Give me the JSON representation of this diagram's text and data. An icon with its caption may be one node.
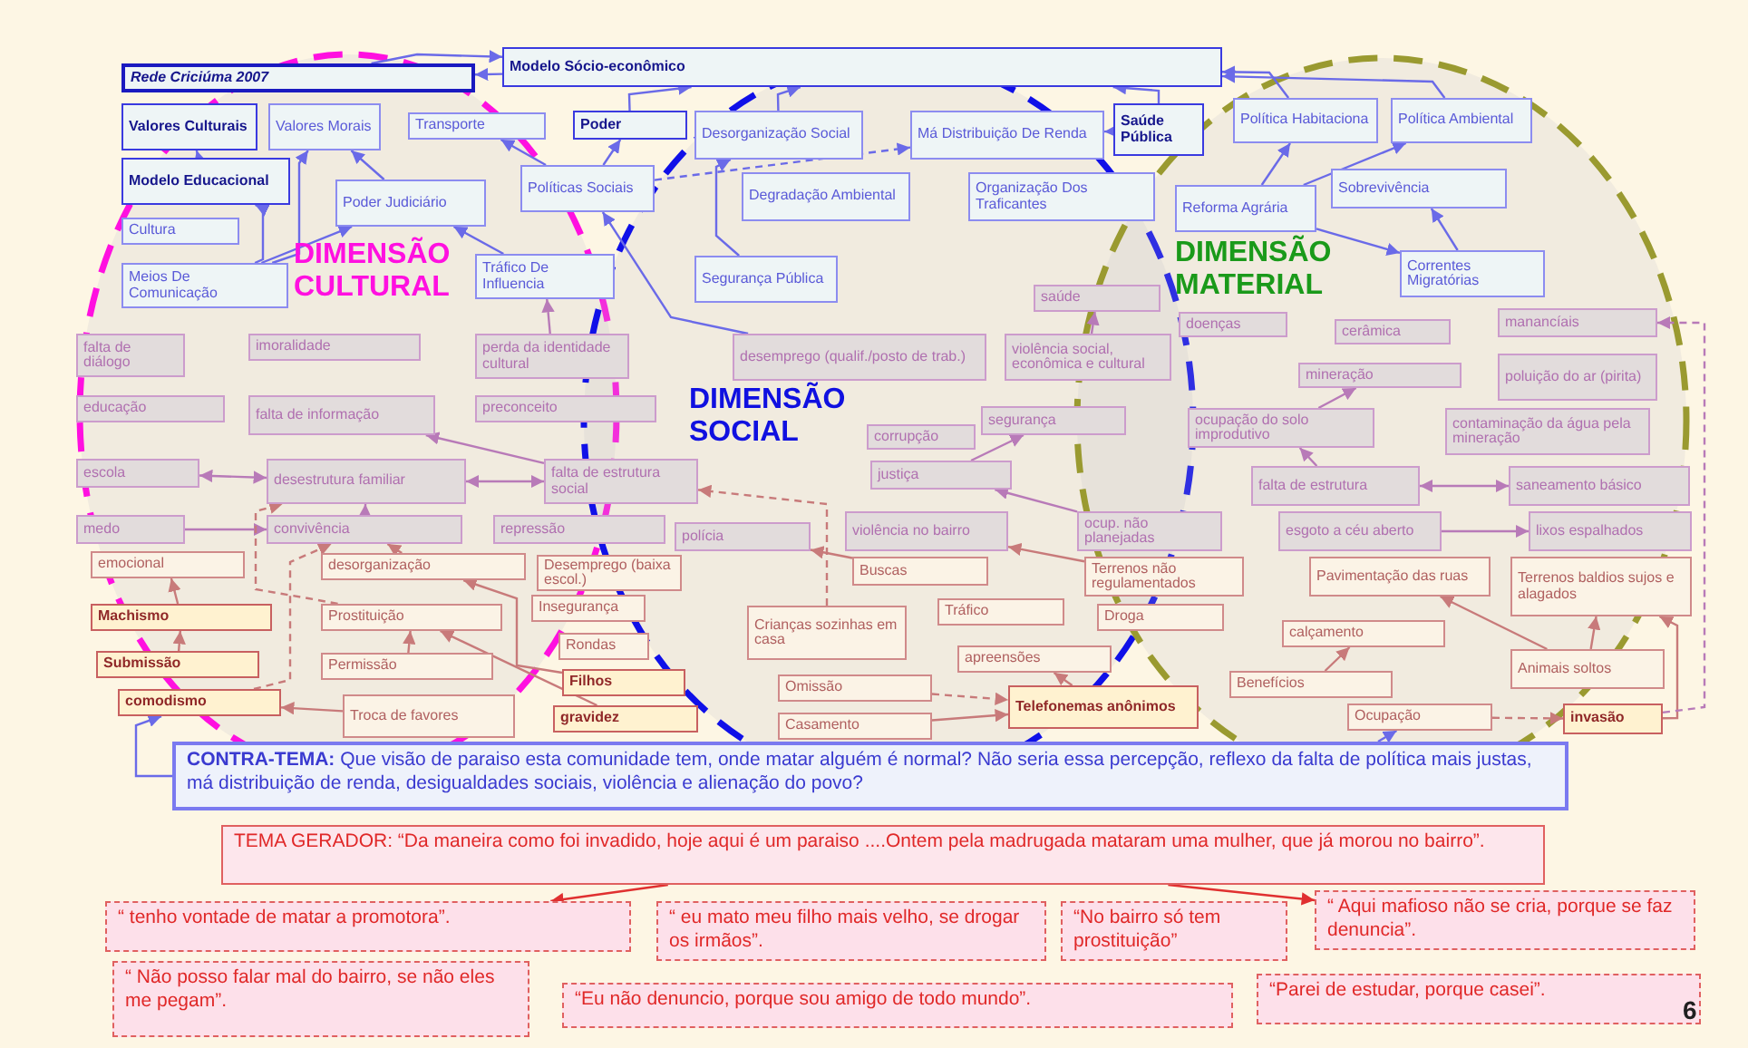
{
  "diagram": {
    "nodes": [
      {
        "text": [
          "Rede Criciúma 2007"
        ]
      },
      {
        "text": [
          "Modelo Sócio-econômico"
        ]
      },
      {
        "text": [
          "Valores Culturais"
        ]
      },
      {
        "text": [
          "Valores Morais"
        ]
      },
      {
        "text": [
          "Transporte"
        ]
      },
      {
        "text": [
          "Poder"
        ]
      },
      {
        "text": [
          "Desorganização Social"
        ]
      },
      {
        "text": [
          "Má Distribuição De Renda"
        ]
      },
      {
        "text": [
          "Saúde Pública"
        ]
      },
      {
        "text": [
          "Política Habitaciona"
        ]
      },
      {
        "text": [
          "Política Ambiental"
        ]
      },
      {
        "text": [
          "Modelo Educacional"
        ]
      },
      {
        "text": [
          "Poder Judiciário"
        ]
      },
      {
        "text": [
          "Políticas Sociais"
        ]
      },
      {
        "text": [
          "Degradação Ambiental"
        ]
      },
      {
        "text": [
          "Organização Dos Traficantes"
        ]
      },
      {
        "text": [
          "Reforma Agrária"
        ]
      },
      {
        "text": [
          "Sobrevivência"
        ]
      },
      {
        "text": [
          "Cultura"
        ]
      },
      {
        "text": [
          "Meios De Comunicação"
        ]
      },
      {
        "text": [
          "Tráfico De Influencia"
        ]
      },
      {
        "text": [
          "Segurança Pública"
        ]
      },
      {
        "text": [
          "Correntes Migratórias"
        ]
      },
      {
        "text": [
          "saúde"
        ]
      },
      {
        "text": [
          "doenças"
        ]
      },
      {
        "text": [
          "falta de diálogo"
        ]
      },
      {
        "text": [
          "imoralidade"
        ]
      },
      {
        "text": [
          "perda da identidade cultural"
        ]
      },
      {
        "text": [
          "desemprego (qualif./posto de trab.)"
        ]
      },
      {
        "text": [
          "violência social, econômica e cultural"
        ]
      },
      {
        "text": [
          "cerâmica"
        ]
      },
      {
        "text": [
          "manancíais"
        ]
      },
      {
        "text": [
          "educação"
        ]
      },
      {
        "text": [
          "falta de informação"
        ]
      },
      {
        "text": [
          "preconceito"
        ]
      },
      {
        "text": [
          "corrupção"
        ]
      },
      {
        "text": [
          "mineração"
        ]
      },
      {
        "text": [
          "poluição do ar (pirita)"
        ]
      },
      {
        "text": [
          "segurança"
        ]
      },
      {
        "text": [
          "ocupação do solo improdutivo"
        ]
      },
      {
        "text": [
          "contaminação da água pela mineração"
        ]
      },
      {
        "text": [
          "escola"
        ]
      },
      {
        "text": [
          "desestrutura familiar"
        ]
      },
      {
        "text": [
          "falta de estrutura social"
        ]
      },
      {
        "text": [
          "justiça"
        ]
      },
      {
        "text": [
          "falta de estrutura"
        ]
      },
      {
        "text": [
          "saneamento básico"
        ]
      },
      {
        "text": [
          "medo"
        ]
      },
      {
        "text": [
          "convivência"
        ]
      },
      {
        "text": [
          "repressão"
        ]
      },
      {
        "text": [
          "polícia"
        ]
      },
      {
        "text": [
          "violência no bairro"
        ]
      },
      {
        "text": [
          "ocup. não planejadas"
        ]
      },
      {
        "text": [
          "esgoto a céu aberto"
        ]
      },
      {
        "text": [
          "lixos espalhados"
        ]
      },
      {
        "text": [
          "emocional"
        ]
      },
      {
        "text": [
          "desorganização"
        ]
      },
      {
        "text": [
          "Desemprego (baixa escol.)"
        ]
      },
      {
        "text": [
          "Buscas"
        ]
      },
      {
        "text": [
          "Terrenos não regulamentados"
        ]
      },
      {
        "text": [
          "Pavimentação das ruas"
        ]
      },
      {
        "text": [
          "Terrenos baldios sujos e alagados"
        ]
      },
      {
        "text": [
          "Insegurança"
        ]
      },
      {
        "text": [
          "Machismo"
        ]
      },
      {
        "text": [
          "Prostituição"
        ]
      },
      {
        "text": [
          "Crianças sozinhas em casa"
        ]
      },
      {
        "text": [
          "Tráfico"
        ]
      },
      {
        "text": [
          "Droga"
        ]
      },
      {
        "text": [
          "calçamento"
        ]
      },
      {
        "text": [
          "Submissão"
        ]
      },
      {
        "text": [
          "Permissão"
        ]
      },
      {
        "text": [
          "Rondas"
        ]
      },
      {
        "text": [
          "apreensões"
        ]
      },
      {
        "text": [
          "Animais soltos"
        ]
      },
      {
        "text": [
          "comodismo"
        ]
      },
      {
        "text": [
          "Troca de favores"
        ]
      },
      {
        "text": [
          "Filhos"
        ]
      },
      {
        "text": [
          "Omissão"
        ]
      },
      {
        "text": [
          "Telefonemas anônimos"
        ]
      },
      {
        "text": [
          "Benefícios"
        ]
      },
      {
        "text": [
          "Ocupação"
        ]
      },
      {
        "text": [
          "gravidez"
        ]
      },
      {
        "text": [
          "Casamento"
        ]
      },
      {
        "text": [
          "invasão"
        ]
      },
      {
        "text": [
          "**CONTRA-TEMA:** Que visão de paraiso esta comunidade tem, onde matar alguém é normal? Não seria essa percepção, reflexo da falta de política mais justas, má distribuição de renda, desigualdades sociais, violência e alienação do povo?"
        ]
      },
      {
        "text": [
          "TEMA GERADOR: “Da maneira como foi invadido, hoje aqui é um paraiso ....Ontem pela madrugada mataram uma mulher, que já morou no bairro”."
        ]
      },
      {
        "text": [
          "“ tenho vontade de matar a promotora”."
        ]
      },
      {
        "text": [
          "“ eu mato meu filho mais velho, se drogar os irmãos”."
        ]
      },
      {
        "text": [
          "“No bairro só tem prostituição”"
        ]
      },
      {
        "text": [
          "“ Aqui mafioso não se cria, porque se faz denuncia”."
        ]
      },
      {
        "text": [
          "“ Não posso falar mal do bairro, se não eles me pegam”."
        ]
      },
      {
        "text": [
          "“Eu não denuncio, porque sou amigo de todo mundo”."
        ]
      },
      {
        "text": [
          "“Parei de estudar, porque casei”."
        ]
      }
    ],
    "edges": [
      {
        "from": 0,
        "to": 1,
        "arrow": "to"
      },
      {
        "from": 1,
        "to": 0,
        "arrow": "to"
      },
      {
        "from": 5,
        "to": 1,
        "arrow": "to"
      },
      {
        "from": 13,
        "to": 5,
        "arrow": "to"
      },
      {
        "from": 11,
        "to": 2,
        "arrow": "to"
      },
      {
        "from": 19,
        "to": 11,
        "arrow": "to"
      },
      {
        "from": 19,
        "to": 3,
        "arrow": "to"
      },
      {
        "from": 19,
        "to": 12,
        "arrow": "to"
      },
      {
        "from": 12,
        "to": 3,
        "arrow": "to"
      },
      {
        "from": 20,
        "to": 12,
        "arrow": "to"
      },
      {
        "from": 13,
        "to": 4,
        "arrow": "to"
      },
      {
        "from": 6,
        "to": 1,
        "arrow": "to"
      },
      {
        "from": 8,
        "to": 1,
        "arrow": "to"
      },
      {
        "from": 9,
        "to": 1,
        "arrow": "to"
      },
      {
        "from": 10,
        "to": 1,
        "arrow": "to"
      },
      {
        "from": 16,
        "to": 9,
        "arrow": "to"
      },
      {
        "from": 16,
        "to": 10,
        "arrow": "to"
      },
      {
        "from": 22,
        "to": 17,
        "arrow": "to"
      },
      {
        "from": 16,
        "to": 22,
        "arrow": "to"
      },
      {
        "from": 21,
        "to": 6,
        "arrow": "to"
      },
      {
        "from": 13,
        "to": 7,
        "arrow": "to",
        "style": "dashed"
      },
      {
        "from": 8,
        "to": 7,
        "arrow": "to"
      },
      {
        "from": 28,
        "to": 13,
        "arrow": "to"
      },
      {
        "from": 27,
        "to": 20,
        "arrow": "to",
        "color": "#b87ab8"
      },
      {
        "from": 41,
        "to": 42,
        "arrow": "both",
        "color": "#b87ab8"
      },
      {
        "from": 42,
        "to": 43,
        "arrow": "both",
        "color": "#b87ab8"
      },
      {
        "from": 47,
        "to": 48,
        "arrow": "to",
        "color": "#b87ab8"
      },
      {
        "from": 48,
        "to": 42,
        "arrow": "to",
        "color": "#b87ab8"
      },
      {
        "from": 43,
        "to": 33,
        "arrow": "to",
        "color": "#b87ab8"
      },
      {
        "from": 74,
        "to": 48,
        "arrow": "to",
        "style": "dashed",
        "color": "#c87a7a"
      },
      {
        "from": 64,
        "to": 42,
        "arrow": "to",
        "style": "dashed",
        "color": "#c87a7a"
      },
      {
        "from": 63,
        "to": 55,
        "arrow": "to",
        "color": "#c87a7a"
      },
      {
        "from": 69,
        "to": 63,
        "arrow": "to",
        "color": "#c87a7a"
      },
      {
        "from": 75,
        "to": 74,
        "arrow": "to",
        "color": "#c87a7a"
      },
      {
        "from": 70,
        "to": 64,
        "arrow": "to",
        "color": "#c87a7a"
      },
      {
        "from": 81,
        "to": 64,
        "arrow": "to",
        "color": "#c87a7a"
      },
      {
        "from": 76,
        "to": 56,
        "arrow": "to",
        "color": "#c87a7a"
      },
      {
        "from": 56,
        "to": 48,
        "arrow": "to",
        "color": "#c87a7a"
      },
      {
        "from": 52,
        "to": 44,
        "arrow": "to",
        "color": "#b87ab8"
      },
      {
        "from": 44,
        "to": 38,
        "arrow": "to",
        "color": "#b87ab8"
      },
      {
        "from": 29,
        "to": 23,
        "arrow": "to",
        "color": "#b87ab8"
      },
      {
        "from": 45,
        "to": 46,
        "arrow": "both",
        "color": "#b87ab8"
      },
      {
        "from": 39,
        "to": 36,
        "arrow": "to",
        "color": "#b87ab8"
      },
      {
        "from": 45,
        "to": 39,
        "arrow": "to",
        "color": "#b87ab8"
      },
      {
        "from": 53,
        "to": 54,
        "arrow": "to",
        "color": "#b87ab8"
      },
      {
        "from": 73,
        "to": 61,
        "arrow": "to",
        "color": "#c87a7a"
      },
      {
        "from": 73,
        "to": 60,
        "arrow": "to",
        "color": "#c87a7a"
      },
      {
        "from": 79,
        "to": 68,
        "arrow": "to",
        "color": "#c87a7a"
      },
      {
        "from": 83,
        "to": 61,
        "arrow": "to",
        "color": "#c87a7a"
      },
      {
        "from": 80,
        "to": 83,
        "arrow": "to",
        "style": "dashed",
        "color": "#c87a7a"
      },
      {
        "from": 78,
        "to": 72,
        "arrow": "to",
        "color": "#c87a7a"
      },
      {
        "from": 77,
        "to": 78,
        "arrow": "to",
        "style": "dashed",
        "color": "#c87a7a"
      },
      {
        "from": 82,
        "to": 78,
        "arrow": "to",
        "color": "#c87a7a"
      },
      {
        "from": 59,
        "to": 51,
        "arrow": "to",
        "color": "#c87a7a"
      },
      {
        "from": 58,
        "to": 50,
        "arrow": "to",
        "color": "#c87a7a"
      },
      {
        "from": 85,
        "to": 86,
        "arrow": "to",
        "color": "#e03030"
      },
      {
        "from": 85,
        "to": 89,
        "arrow": "to",
        "color": "#e03030"
      },
      {
        "from": 84,
        "to": 74,
        "arrow": "to"
      },
      {
        "from": 84,
        "to": 80,
        "arrow": "to"
      },
      {
        "from": 83,
        "to": 31,
        "arrow": "to",
        "style": "dashed",
        "color": "#b87ab8"
      },
      {
        "from": 65,
        "to": 43,
        "arrow": "to",
        "style": "dashed",
        "color": "#c87a7a"
      }
    ],
    "labels": [
      "DIMENSÃO CULTURAL",
      "DIMENSÃO SOCIAL",
      "DIMENSÃO MATERIAL",
      "6"
    ]
  }
}
